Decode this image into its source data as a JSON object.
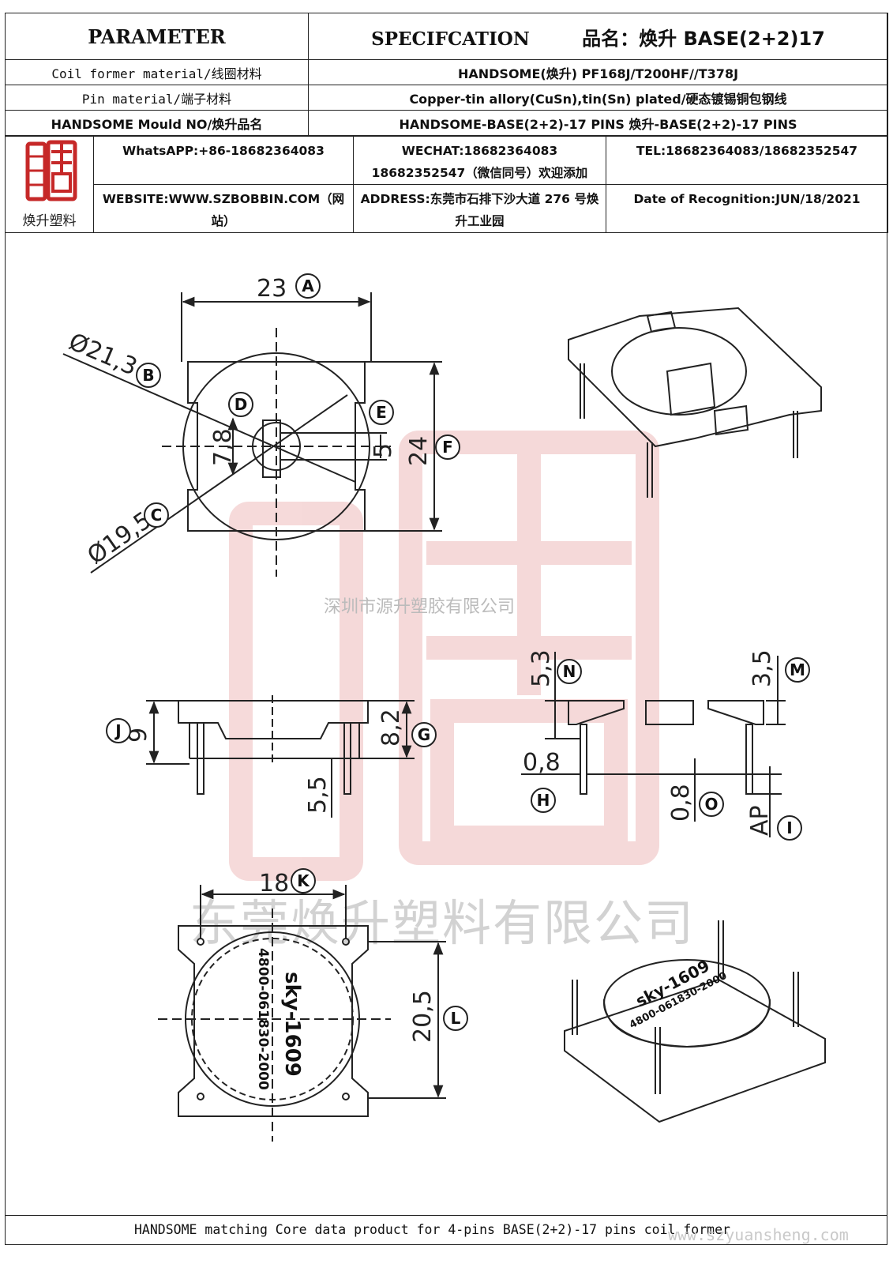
{
  "header": {
    "parameter": "PARAMETER",
    "specification": "SPECIFCATION",
    "product_name": "品名：焕升 BASE(2+2)17"
  },
  "rows": [
    {
      "label": "Coil former material/线圈材料",
      "value": "HANDSOME(焕升)   PF168J/T200HF//T378J"
    },
    {
      "label": "Pin material/端子材料",
      "value": "Copper-tin allory(CuSn),tin(Sn) plated/硬态镀锡铜包钢线"
    },
    {
      "label": "HANDSOME Mould NO/焕升品名",
      "value": "HANDSOME-BASE(2+2)-17 PINS    焕升-BASE(2+2)-17 PINS"
    }
  ],
  "contact": {
    "logo_text": "焕升塑料",
    "whatsapp": "WhatsAPP:+86-18682364083",
    "wechat": "WECHAT:18682364083 18682352547（微信同号）欢迎添加",
    "tel": "TEL:18682364083/18682352547",
    "website": "WEBSITE:WWW.SZBOBBIN.COM（网站）",
    "address": "ADDRESS:东莞市石排下沙大道 276 号焕升工业园",
    "date": "Date of Recognition:JUN/18/2021"
  },
  "drawing": {
    "dims": {
      "A": "23",
      "B": "Ø21,3",
      "C": "Ø19,5",
      "D": "7,8",
      "E": "5",
      "F": "24",
      "G": "8,2",
      "J": "9",
      "K": "18",
      "L": "20,5",
      "M": "3,5",
      "N": "5,3",
      "H": "0,8",
      "O": "0,8",
      "I": "AP",
      "P": "5,5"
    },
    "letters": [
      "A",
      "B",
      "C",
      "D",
      "E",
      "F",
      "G",
      "H",
      "I",
      "J",
      "K",
      "L",
      "M",
      "N",
      "O"
    ],
    "core_text_1": "sky-1609",
    "core_text_2": "4800-061830-2000"
  },
  "watermarks": {
    "small": "深圳市源升塑胶有限公司",
    "large": "东莞焕升塑料有限公司",
    "url": "www.szyuansheng.com"
  },
  "footer": "HANDSOME matching Core data  product for 4-pins BASE(2+2)-17 pins coil former"
}
